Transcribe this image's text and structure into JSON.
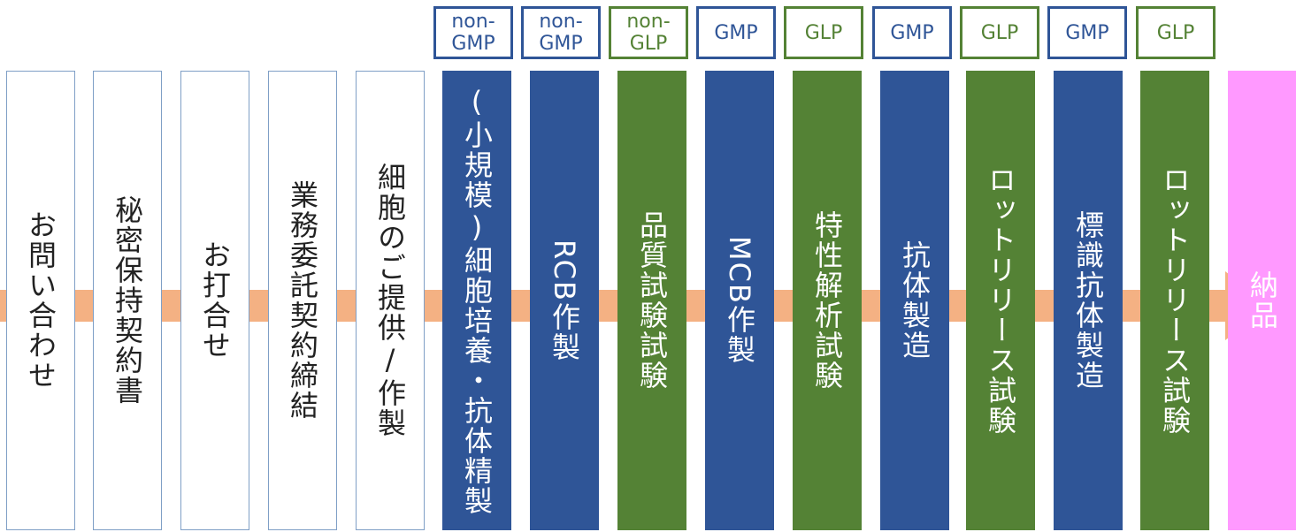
{
  "tags": [
    {
      "kind": "gmp",
      "label": "non-\nGMP"
    },
    {
      "kind": "gmp",
      "label": "non-\nGMP"
    },
    {
      "kind": "glp",
      "label": "non-\nGLP"
    },
    {
      "kind": "gmp",
      "label": "GMP"
    },
    {
      "kind": "glp",
      "label": "GLP"
    },
    {
      "kind": "gmp",
      "label": "GMP"
    },
    {
      "kind": "glp",
      "label": "GLP"
    },
    {
      "kind": "gmp",
      "label": "GMP"
    },
    {
      "kind": "glp",
      "label": "GLP"
    }
  ],
  "steps": [
    {
      "label": "お問い合わせ",
      "style": "white"
    },
    {
      "label": "秘密保持契約書",
      "style": "white"
    },
    {
      "label": "お打合せ",
      "style": "white"
    },
    {
      "label": "業務委託契約締結",
      "style": "white"
    },
    {
      "label": "細胞のご提供/作製",
      "style": "white"
    },
    {
      "label": "(小規模)細胞培養・抗体精製",
      "style": "blue"
    },
    {
      "label": "RCB作製",
      "style": "blue"
    },
    {
      "label": "品質試験試験",
      "style": "green"
    },
    {
      "label": "MCB作製",
      "style": "blue"
    },
    {
      "label": "特性解析試験",
      "style": "green"
    },
    {
      "label": "抗体製造",
      "style": "blue"
    },
    {
      "label": "ロットリリース試験",
      "style": "green"
    },
    {
      "label": "標識抗体製造",
      "style": "blue"
    },
    {
      "label": "ロットリリース試験",
      "style": "green"
    },
    {
      "label": "納品",
      "style": "pink"
    }
  ],
  "colors": {
    "gmp_blue": "#2F5597",
    "glp_green": "#548235",
    "delivery_pink": "#FF99FF",
    "arrow_orange": "#F4B183"
  }
}
